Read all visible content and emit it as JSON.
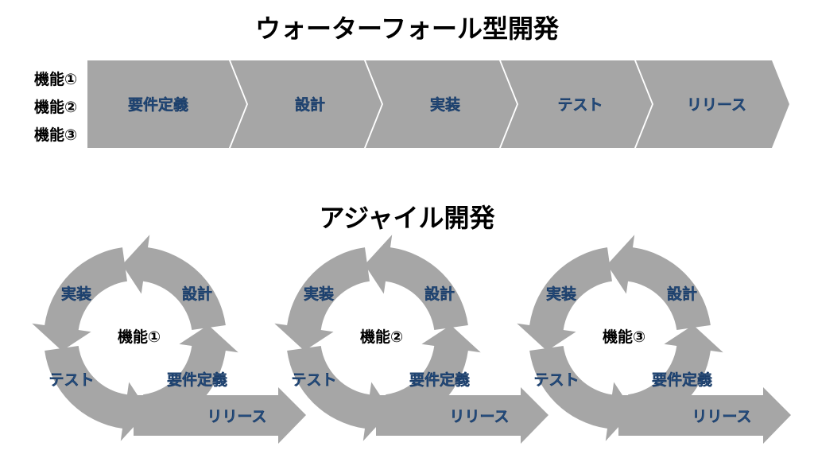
{
  "colors": {
    "shape": "#a6a6a6",
    "label": "#2f5f98",
    "text": "#000000"
  },
  "waterfall": {
    "title": "ウォーターフォール型開発",
    "features": [
      "機能①",
      "機能②",
      "機能③"
    ],
    "phases": [
      "要件定義",
      "設計",
      "実装",
      "テスト",
      "リリース"
    ]
  },
  "agile": {
    "title": "アジャイル開発",
    "cycles": [
      {
        "feature": "機能①",
        "design": "設計",
        "implement": "実装",
        "test": "テスト",
        "requirements": "要件定義",
        "release": "リリース"
      },
      {
        "feature": "機能②",
        "design": "設計",
        "implement": "実装",
        "test": "テスト",
        "requirements": "要件定義",
        "release": "リリース"
      },
      {
        "feature": "機能③",
        "design": "設計",
        "implement": "実装",
        "test": "テスト",
        "requirements": "要件定義",
        "release": "リリース"
      }
    ]
  }
}
